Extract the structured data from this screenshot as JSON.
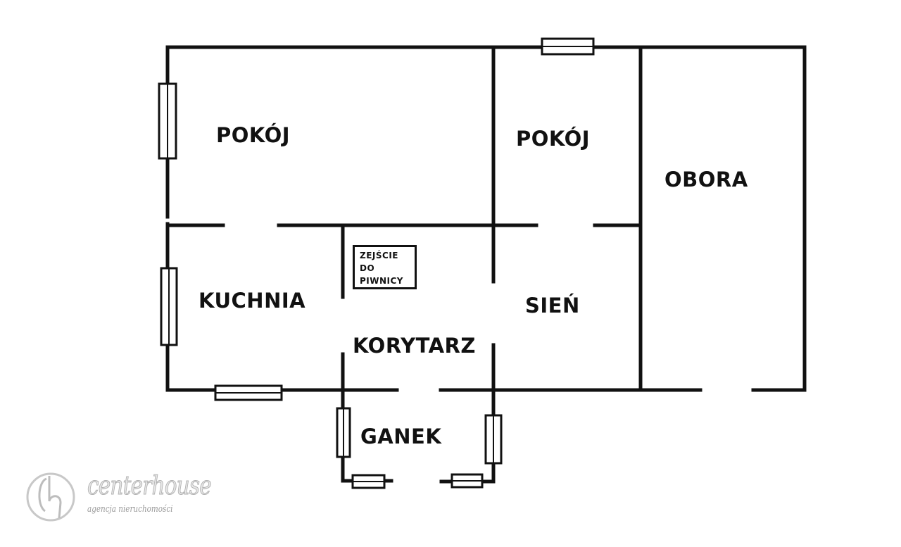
{
  "floor_plan": {
    "rooms": {
      "pokoj_left": "POKÓJ",
      "pokoj_right": "POKÓJ",
      "obora": "OBORA",
      "kuchnia": "KUCHNIA",
      "korytarz": "KORYTARZ",
      "sien": "SIEŃ",
      "ganek": "GANEK"
    },
    "stairs_note": {
      "line1": "ZEJŚCIE",
      "line2": "DO",
      "line3": "PIWNICY"
    },
    "wall_color": "#111111",
    "background": "#ffffff"
  },
  "watermark": {
    "name": "centerhouse",
    "subtitle": "agencja nieruchomości"
  }
}
